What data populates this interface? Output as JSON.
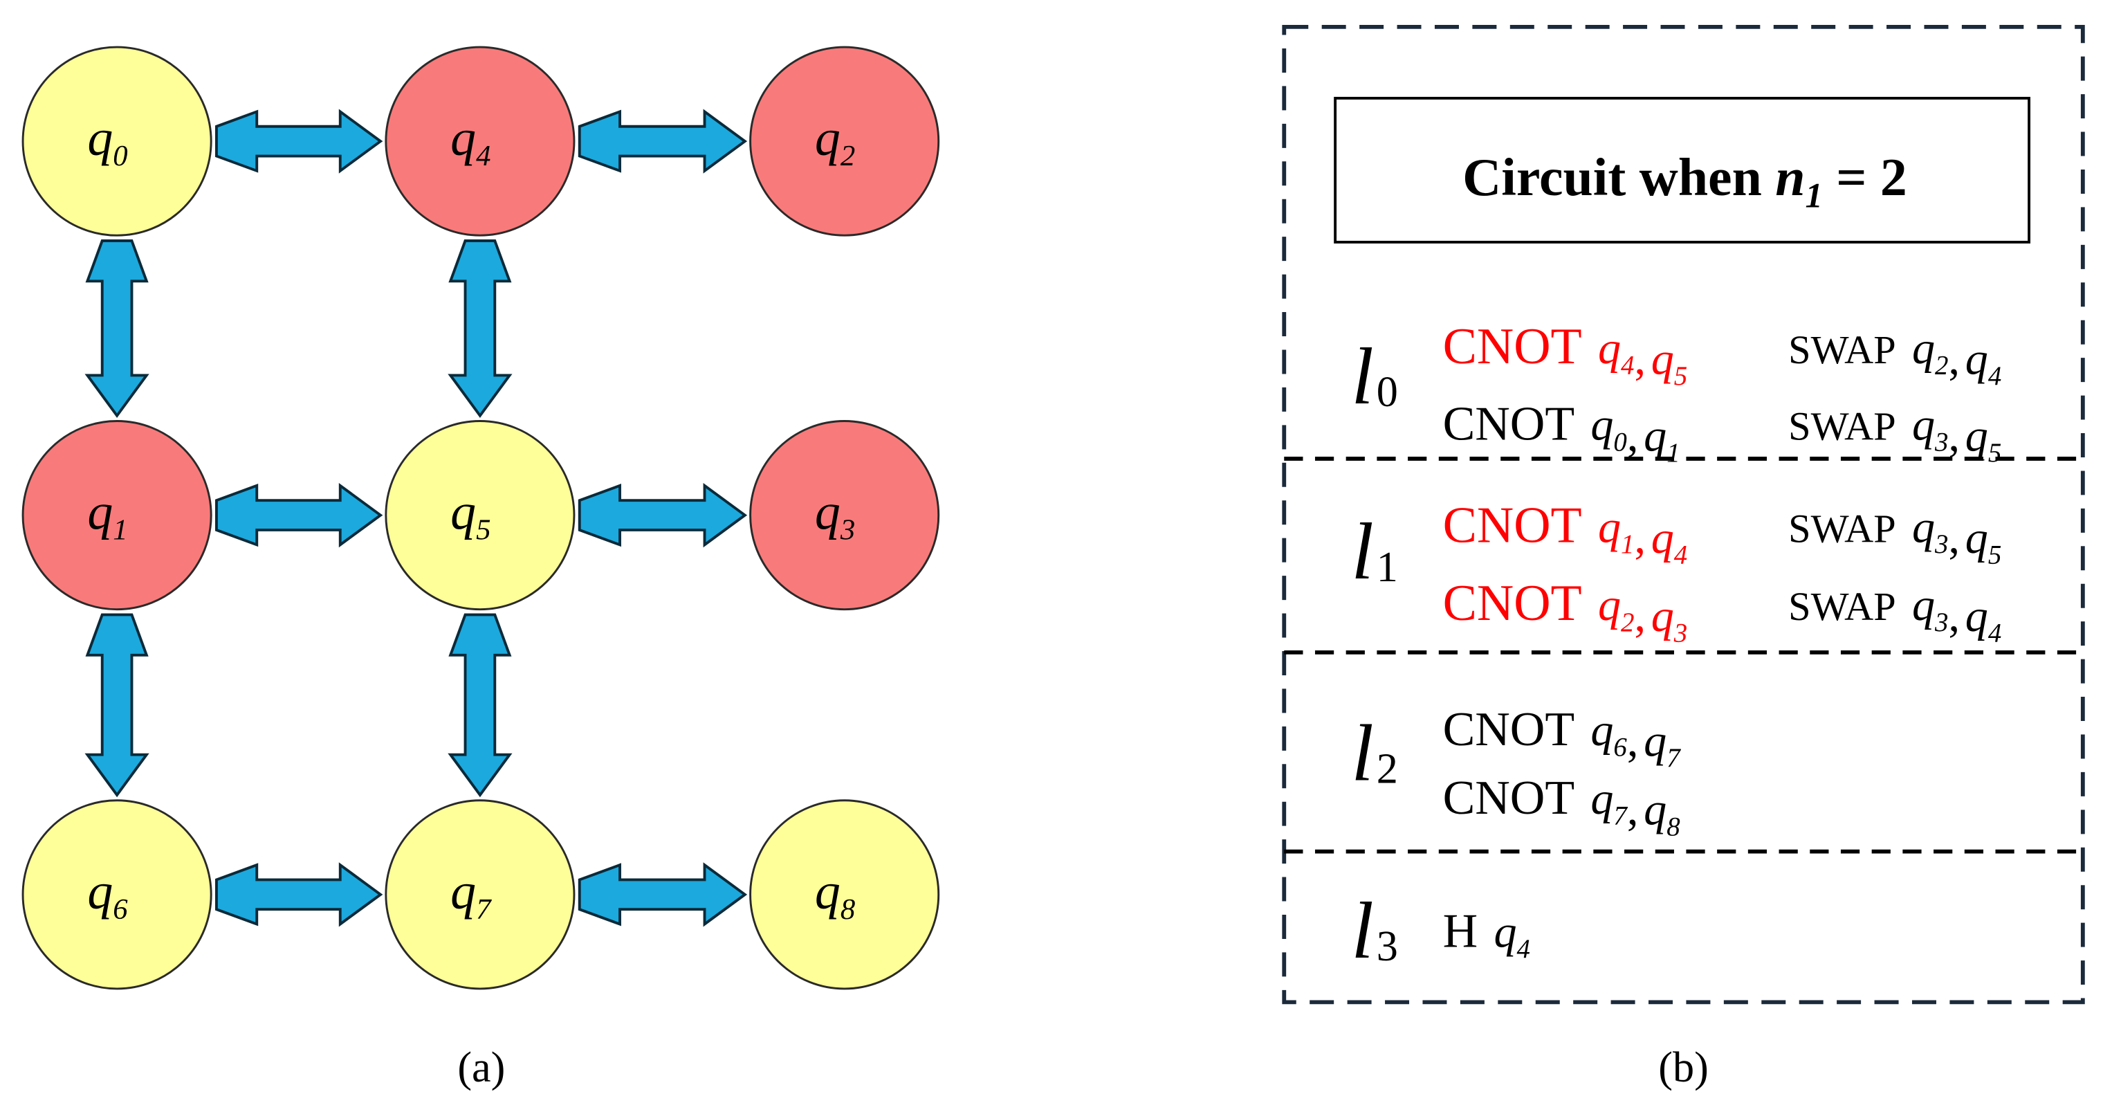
{
  "panel_a": {
    "caption": "(a)",
    "qubits": [
      {
        "id": "q0",
        "symbol": "q",
        "subscript": "0",
        "highlighted": false
      },
      {
        "id": "q4",
        "symbol": "q",
        "subscript": "4",
        "highlighted": true
      },
      {
        "id": "q2",
        "symbol": "q",
        "subscript": "2",
        "highlighted": true
      },
      {
        "id": "q1",
        "symbol": "q",
        "subscript": "1",
        "highlighted": true
      },
      {
        "id": "q5",
        "symbol": "q",
        "subscript": "5",
        "highlighted": false
      },
      {
        "id": "q3",
        "symbol": "q",
        "subscript": "3",
        "highlighted": true
      },
      {
        "id": "q6",
        "symbol": "q",
        "subscript": "6",
        "highlighted": false
      },
      {
        "id": "q7",
        "symbol": "q",
        "subscript": "7",
        "highlighted": false
      },
      {
        "id": "q8",
        "symbol": "q",
        "subscript": "8",
        "highlighted": false
      }
    ],
    "connections": [
      [
        "q0",
        "q4"
      ],
      [
        "q4",
        "q2"
      ],
      [
        "q1",
        "q5"
      ],
      [
        "q5",
        "q3"
      ],
      [
        "q6",
        "q7"
      ],
      [
        "q7",
        "q8"
      ],
      [
        "q0",
        "q1"
      ],
      [
        "q1",
        "q6"
      ],
      [
        "q4",
        "q5"
      ],
      [
        "q5",
        "q7"
      ]
    ]
  },
  "panel_b": {
    "caption": "(b)",
    "title": {
      "prefix": "Circuit when ",
      "var": "n",
      "var_sub": "1",
      "suffix": " = 2"
    },
    "layers": [
      {
        "symbol": "l",
        "subscript": "0",
        "gates": [
          {
            "op": "CNOT",
            "args": [
              "4",
              "5"
            ],
            "highlighted": true
          },
          {
            "op": "SWAP",
            "args": [
              "2",
              "4"
            ],
            "highlighted": false
          },
          {
            "op": "CNOT",
            "args": [
              "0",
              "1"
            ],
            "highlighted": false
          },
          {
            "op": "SWAP",
            "args": [
              "3",
              "5"
            ],
            "highlighted": false
          }
        ]
      },
      {
        "symbol": "l",
        "subscript": "1",
        "gates": [
          {
            "op": "CNOT",
            "args": [
              "1",
              "4"
            ],
            "highlighted": true
          },
          {
            "op": "SWAP",
            "args": [
              "3",
              "5"
            ],
            "highlighted": false
          },
          {
            "op": "CNOT",
            "args": [
              "2",
              "3"
            ],
            "highlighted": true
          },
          {
            "op": "SWAP",
            "args": [
              "3",
              "4"
            ],
            "highlighted": false
          }
        ]
      },
      {
        "symbol": "l",
        "subscript": "2",
        "gates": [
          {
            "op": "CNOT",
            "args": [
              "6",
              "7"
            ],
            "highlighted": false
          },
          {
            "op": "CNOT",
            "args": [
              "7",
              "8"
            ],
            "highlighted": false
          }
        ]
      },
      {
        "symbol": "l",
        "subscript": "3",
        "gates": [
          {
            "op": "H",
            "args": [
              "4"
            ],
            "highlighted": false
          }
        ]
      }
    ]
  },
  "colors": {
    "node_highlight": "#F97A7A",
    "node_normal": "#FFFF99",
    "arrow_fill": "#1CA9DD",
    "highlight_text": "#FF0000",
    "text": "#000000",
    "dashed_border": "#1B2A3A"
  }
}
